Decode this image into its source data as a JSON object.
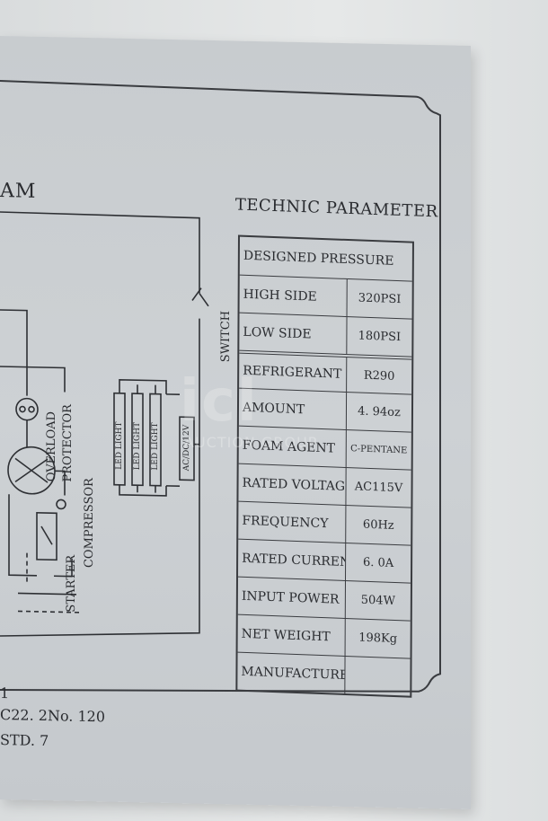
{
  "placard": {
    "title_partial": "AM",
    "heading": "TECHNIC PARAMETER",
    "parameters": [
      {
        "label": "DESIGNED PRESSURE",
        "value": ""
      },
      {
        "label": "HIGH SIDE",
        "value": "320PSI"
      },
      {
        "label": "LOW SIDE",
        "value": "180PSI"
      },
      {
        "label": "REFRIGERANT",
        "value": "R290"
      },
      {
        "label": "AMOUNT",
        "value": "4. 94oz"
      },
      {
        "label": "FOAM AGENT",
        "value": "C-PENTANE"
      },
      {
        "label": "RATED VOLTAGE",
        "value": "AC115V"
      },
      {
        "label": "FREQUENCY",
        "value": "60Hz"
      },
      {
        "label": "RATED CURRENT",
        "value": "6. 0A"
      },
      {
        "label": "INPUT POWER",
        "value": "504W"
      },
      {
        "label": "NET WEIGHT",
        "value": "198Kg"
      },
      {
        "label": "MANUFACTURED",
        "value": ""
      }
    ],
    "diagram_labels": {
      "switch": "SWITCH",
      "overload": "OVERLOAD",
      "protector": "PROTECTOR",
      "compressor": "COMPRESSOR",
      "starter": "STARTER",
      "led_light": "LED LIGHT",
      "power": "AC/DC/12V"
    },
    "bottom_lines": [
      "1",
      "C22. 2No. 120",
      "STD. 7"
    ]
  },
  "watermark": {
    "text": "icl",
    "sub": "AUCTION GROUP"
  },
  "colors": {
    "placard": "#cbcfd2",
    "ink": "#2a2c30",
    "wall": "#dcdfe0"
  }
}
